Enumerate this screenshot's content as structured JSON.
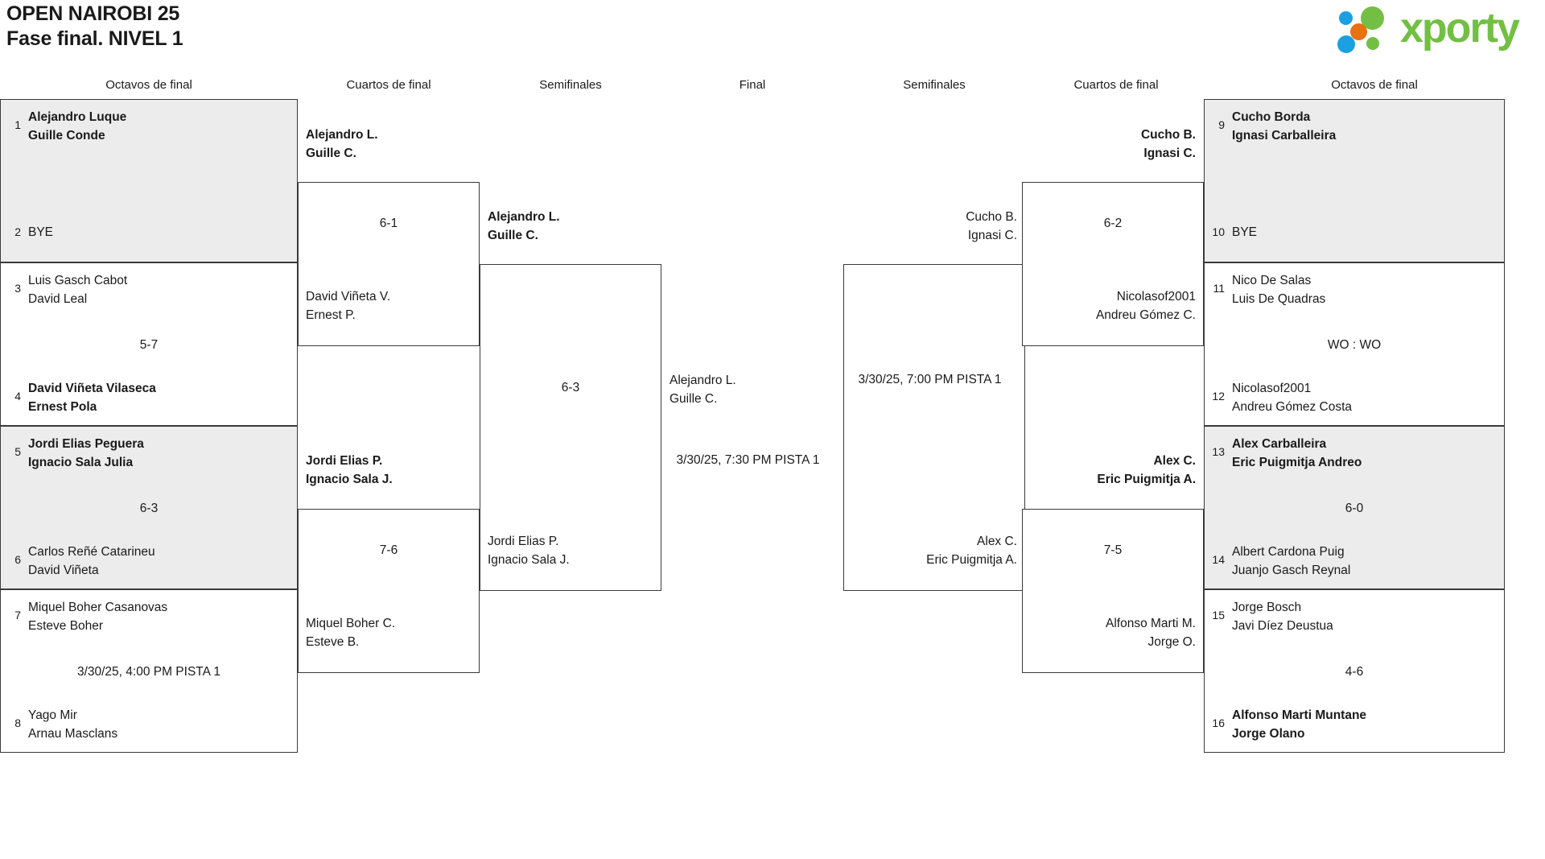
{
  "header": {
    "title_line1": "OPEN NAIROBI 25",
    "title_line2": "Fase final. NIVEL 1",
    "logo_word": "xporty",
    "logo_colors": {
      "green": "#72bf44",
      "blue": "#1ba0e1",
      "orange": "#e87211"
    }
  },
  "round_headings": {
    "left_octavos": "Octavos de final",
    "left_cuartos": "Cuartos de final",
    "left_semis": "Semifinales",
    "final": "Final",
    "right_semis": "Semifinales",
    "right_cuartos": "Cuartos de final",
    "right_octavos": "Octavos de final"
  },
  "bracket": {
    "left_octavos": [
      {
        "winner": true,
        "score": "",
        "top": {
          "seed": "1",
          "players": [
            "Alejandro Luque",
            "Guille Conde"
          ],
          "bold": true
        },
        "bottom": {
          "seed": "2",
          "players": [
            "BYE"
          ],
          "bold": false,
          "inline": true
        }
      },
      {
        "winner": false,
        "score": "5-7",
        "top": {
          "seed": "3",
          "players": [
            "Luis Gasch Cabot",
            "David Leal"
          ],
          "bold": false
        },
        "bottom": {
          "seed": "4",
          "players": [
            "David Viñeta Vilaseca",
            "Ernest Pola"
          ],
          "bold": true
        }
      },
      {
        "winner": true,
        "score": "6-3",
        "top": {
          "seed": "5",
          "players": [
            "Jordi Elias Peguera",
            "Ignacio Sala Julia"
          ],
          "bold": true
        },
        "bottom": {
          "seed": "6",
          "players": [
            "Carlos Reñé Catarineu",
            "David Viñeta"
          ],
          "bold": false
        }
      },
      {
        "winner": false,
        "score": "3/30/25, 4:00 PM PISTA 1",
        "top": {
          "seed": "7",
          "players": [
            "Miquel Boher Casanovas",
            "Esteve Boher"
          ],
          "bold": false
        },
        "bottom": {
          "seed": "8",
          "players": [
            "Yago Mir",
            "Arnau Masclans"
          ],
          "bold": false
        }
      }
    ],
    "left_cuartos": [
      {
        "score": "6-1",
        "top": {
          "players": [
            "Alejandro L.",
            "Guille C."
          ],
          "bold": true
        },
        "bottom": {
          "players": [
            "David Viñeta V.",
            "Ernest P."
          ],
          "bold": false
        }
      },
      {
        "score": "7-6",
        "top": {
          "players": [
            "Jordi Elias P.",
            "Ignacio Sala J."
          ],
          "bold": true
        },
        "bottom": {
          "players": [
            "Miquel Boher C.",
            "Esteve B."
          ],
          "bold": false
        }
      }
    ],
    "left_semis": [
      {
        "score": "6-3",
        "top": {
          "players": [
            "Alejandro L.",
            "Guille C."
          ],
          "bold": true
        },
        "bottom": {
          "players": [
            "Jordi Elias P.",
            "Ignacio Sala J."
          ],
          "bold": false
        }
      }
    ],
    "final": {
      "score": "3/30/25, 7:30 PM PISTA 1",
      "left": {
        "players": [
          "Alejandro L.",
          "Guille C."
        ],
        "bold": false
      },
      "right": {
        "players": [],
        "bold": false
      }
    },
    "right_semis": [
      {
        "score": "3/30/25, 7:00 PM PISTA 1",
        "top": {
          "players": [
            "Cucho B.",
            "Ignasi C."
          ],
          "bold": false
        },
        "bottom": {
          "players": [
            "Alex C.",
            "Eric Puigmitja A."
          ],
          "bold": false
        }
      }
    ],
    "right_cuartos": [
      {
        "score": "6-2",
        "top": {
          "players": [
            "Cucho B.",
            "Ignasi C."
          ],
          "bold": true
        },
        "bottom": {
          "players": [
            "Nicolasof2001",
            "Andreu Gómez C."
          ],
          "bold": false
        }
      },
      {
        "score": "7-5",
        "top": {
          "players": [
            "Alex C.",
            "Eric Puigmitja A."
          ],
          "bold": true
        },
        "bottom": {
          "players": [
            "Alfonso Marti M.",
            "Jorge O."
          ],
          "bold": false
        }
      }
    ],
    "right_octavos": [
      {
        "winner": true,
        "score": "",
        "top": {
          "seed": "9",
          "players": [
            "Cucho Borda",
            "Ignasi Carballeira"
          ],
          "bold": true
        },
        "bottom": {
          "seed": "10",
          "players": [
            "BYE"
          ],
          "bold": false,
          "inline": true
        }
      },
      {
        "winner": false,
        "score": "WO : WO",
        "top": {
          "seed": "11",
          "players": [
            "Nico De Salas",
            "Luis De Quadras"
          ],
          "bold": false
        },
        "bottom": {
          "seed": "12",
          "players": [
            "Nicolasof2001",
            "Andreu Gómez Costa"
          ],
          "bold": false
        }
      },
      {
        "winner": true,
        "score": "6-0",
        "top": {
          "seed": "13",
          "players": [
            "Alex Carballeira",
            "Eric Puigmitja Andreo"
          ],
          "bold": true
        },
        "bottom": {
          "seed": "14",
          "players": [
            "Albert Cardona Puig",
            "Juanjo Gasch Reynal"
          ],
          "bold": false
        }
      },
      {
        "winner": false,
        "score": "4-6",
        "top": {
          "seed": "15",
          "players": [
            "Jorge Bosch",
            "Javi Díez Deustua"
          ],
          "bold": false
        },
        "bottom": {
          "seed": "16",
          "players": [
            "Alfonso Marti Muntane",
            "Jorge Olano"
          ],
          "bold": true
        }
      }
    ]
  }
}
